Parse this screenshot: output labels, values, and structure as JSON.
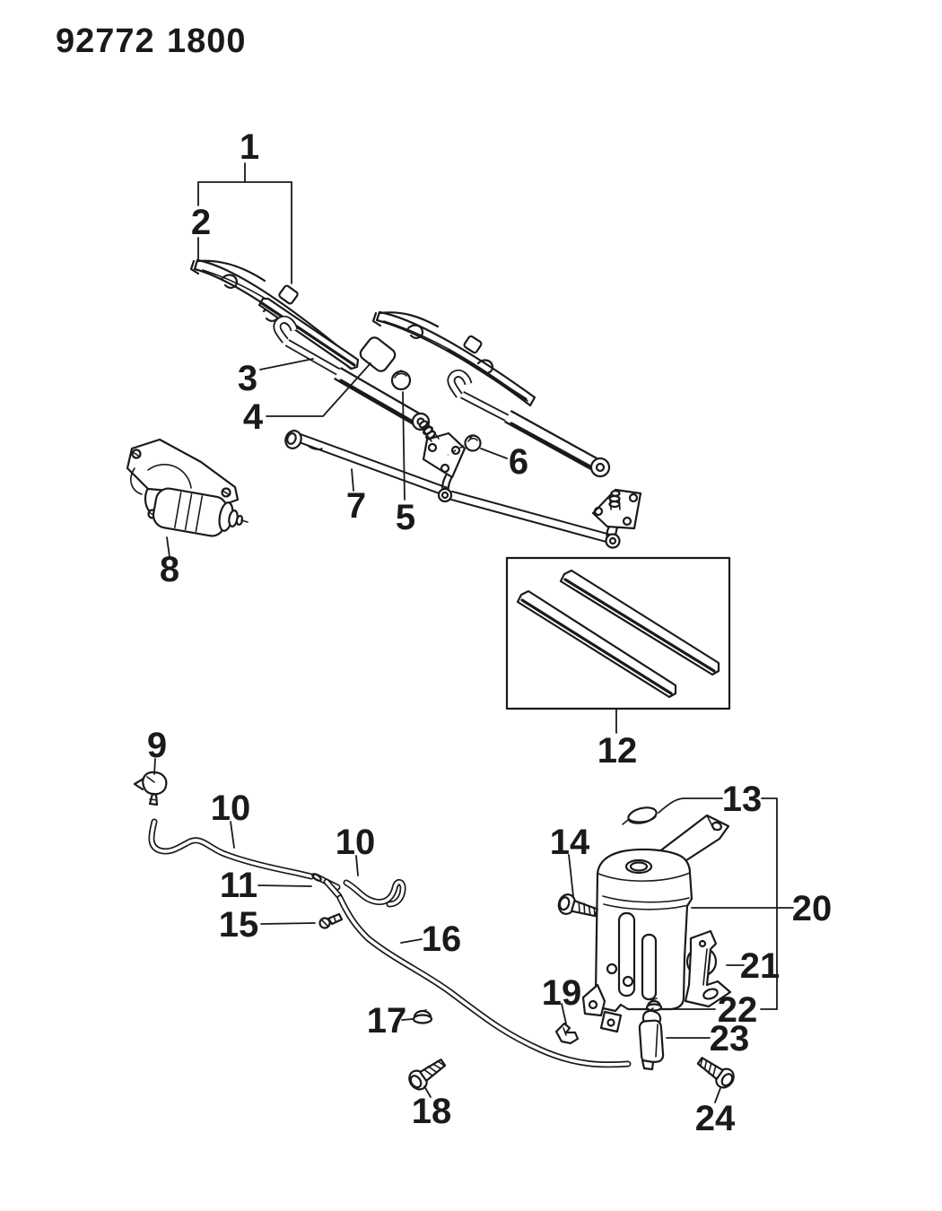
{
  "header": {
    "code_left": "92772",
    "code_right": "1800"
  },
  "callouts": {
    "c1": "1",
    "c2": "2",
    "c3": "3",
    "c4": "4",
    "c5": "5",
    "c6": "6",
    "c7": "7",
    "c8": "8",
    "c9": "9",
    "c10a": "10",
    "c10b": "10",
    "c11": "11",
    "c12": "12",
    "c13": "13",
    "c14": "14",
    "c15": "15",
    "c16": "16",
    "c17": "17",
    "c18": "18",
    "c19": "19",
    "c20": "20",
    "c21": "21",
    "c22": "22",
    "c23": "23",
    "c24": "24"
  },
  "colors": {
    "ink": "#1a1a1a",
    "paper": "#ffffff"
  }
}
